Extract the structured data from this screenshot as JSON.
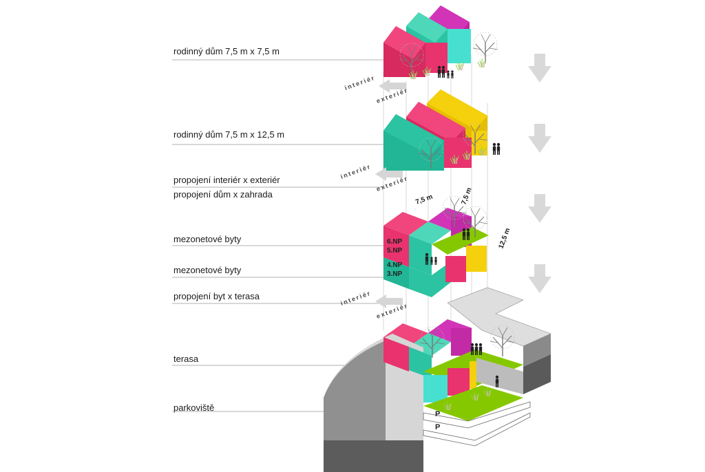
{
  "labels": {
    "house_small": "rodinný dům 7,5 m x 7,5 m",
    "house_large": "rodinný dům 7,5 m x 12,5 m",
    "connection_ie": "propojení interiér x exteriér",
    "connection_hg": "propojení dům x zahrada",
    "maisonette_upper": "mezonetové byty",
    "maisonette_lower": "mezonetové byty",
    "connection_flat": "propojení byt x terasa",
    "terrace": "terasa",
    "parking": "parkoviště"
  },
  "arrow_words": {
    "interior": "interiér",
    "exterior": "exteriér"
  },
  "dimensions": {
    "width": "7,5 m",
    "depth_small": "7,5 m",
    "depth_large": "12,5 m"
  },
  "floor_tags": {
    "upper": [
      "6.NP",
      "5.NP"
    ],
    "lower": [
      "4.NP",
      "3.NP"
    ],
    "parking": [
      "P",
      "P"
    ]
  },
  "colors": {
    "pink": "#e8336e",
    "teal": "#2bc3a2",
    "magenta": "#d234b8",
    "yellow": "#f5d00c",
    "green": "#86c800",
    "grey": "#8a8a8a",
    "arrow": "#d6d6d6"
  },
  "icons": [
    "down-arrow-icon",
    "left-arrow-icon",
    "tree-icon",
    "people-icon",
    "parking-icon"
  ]
}
